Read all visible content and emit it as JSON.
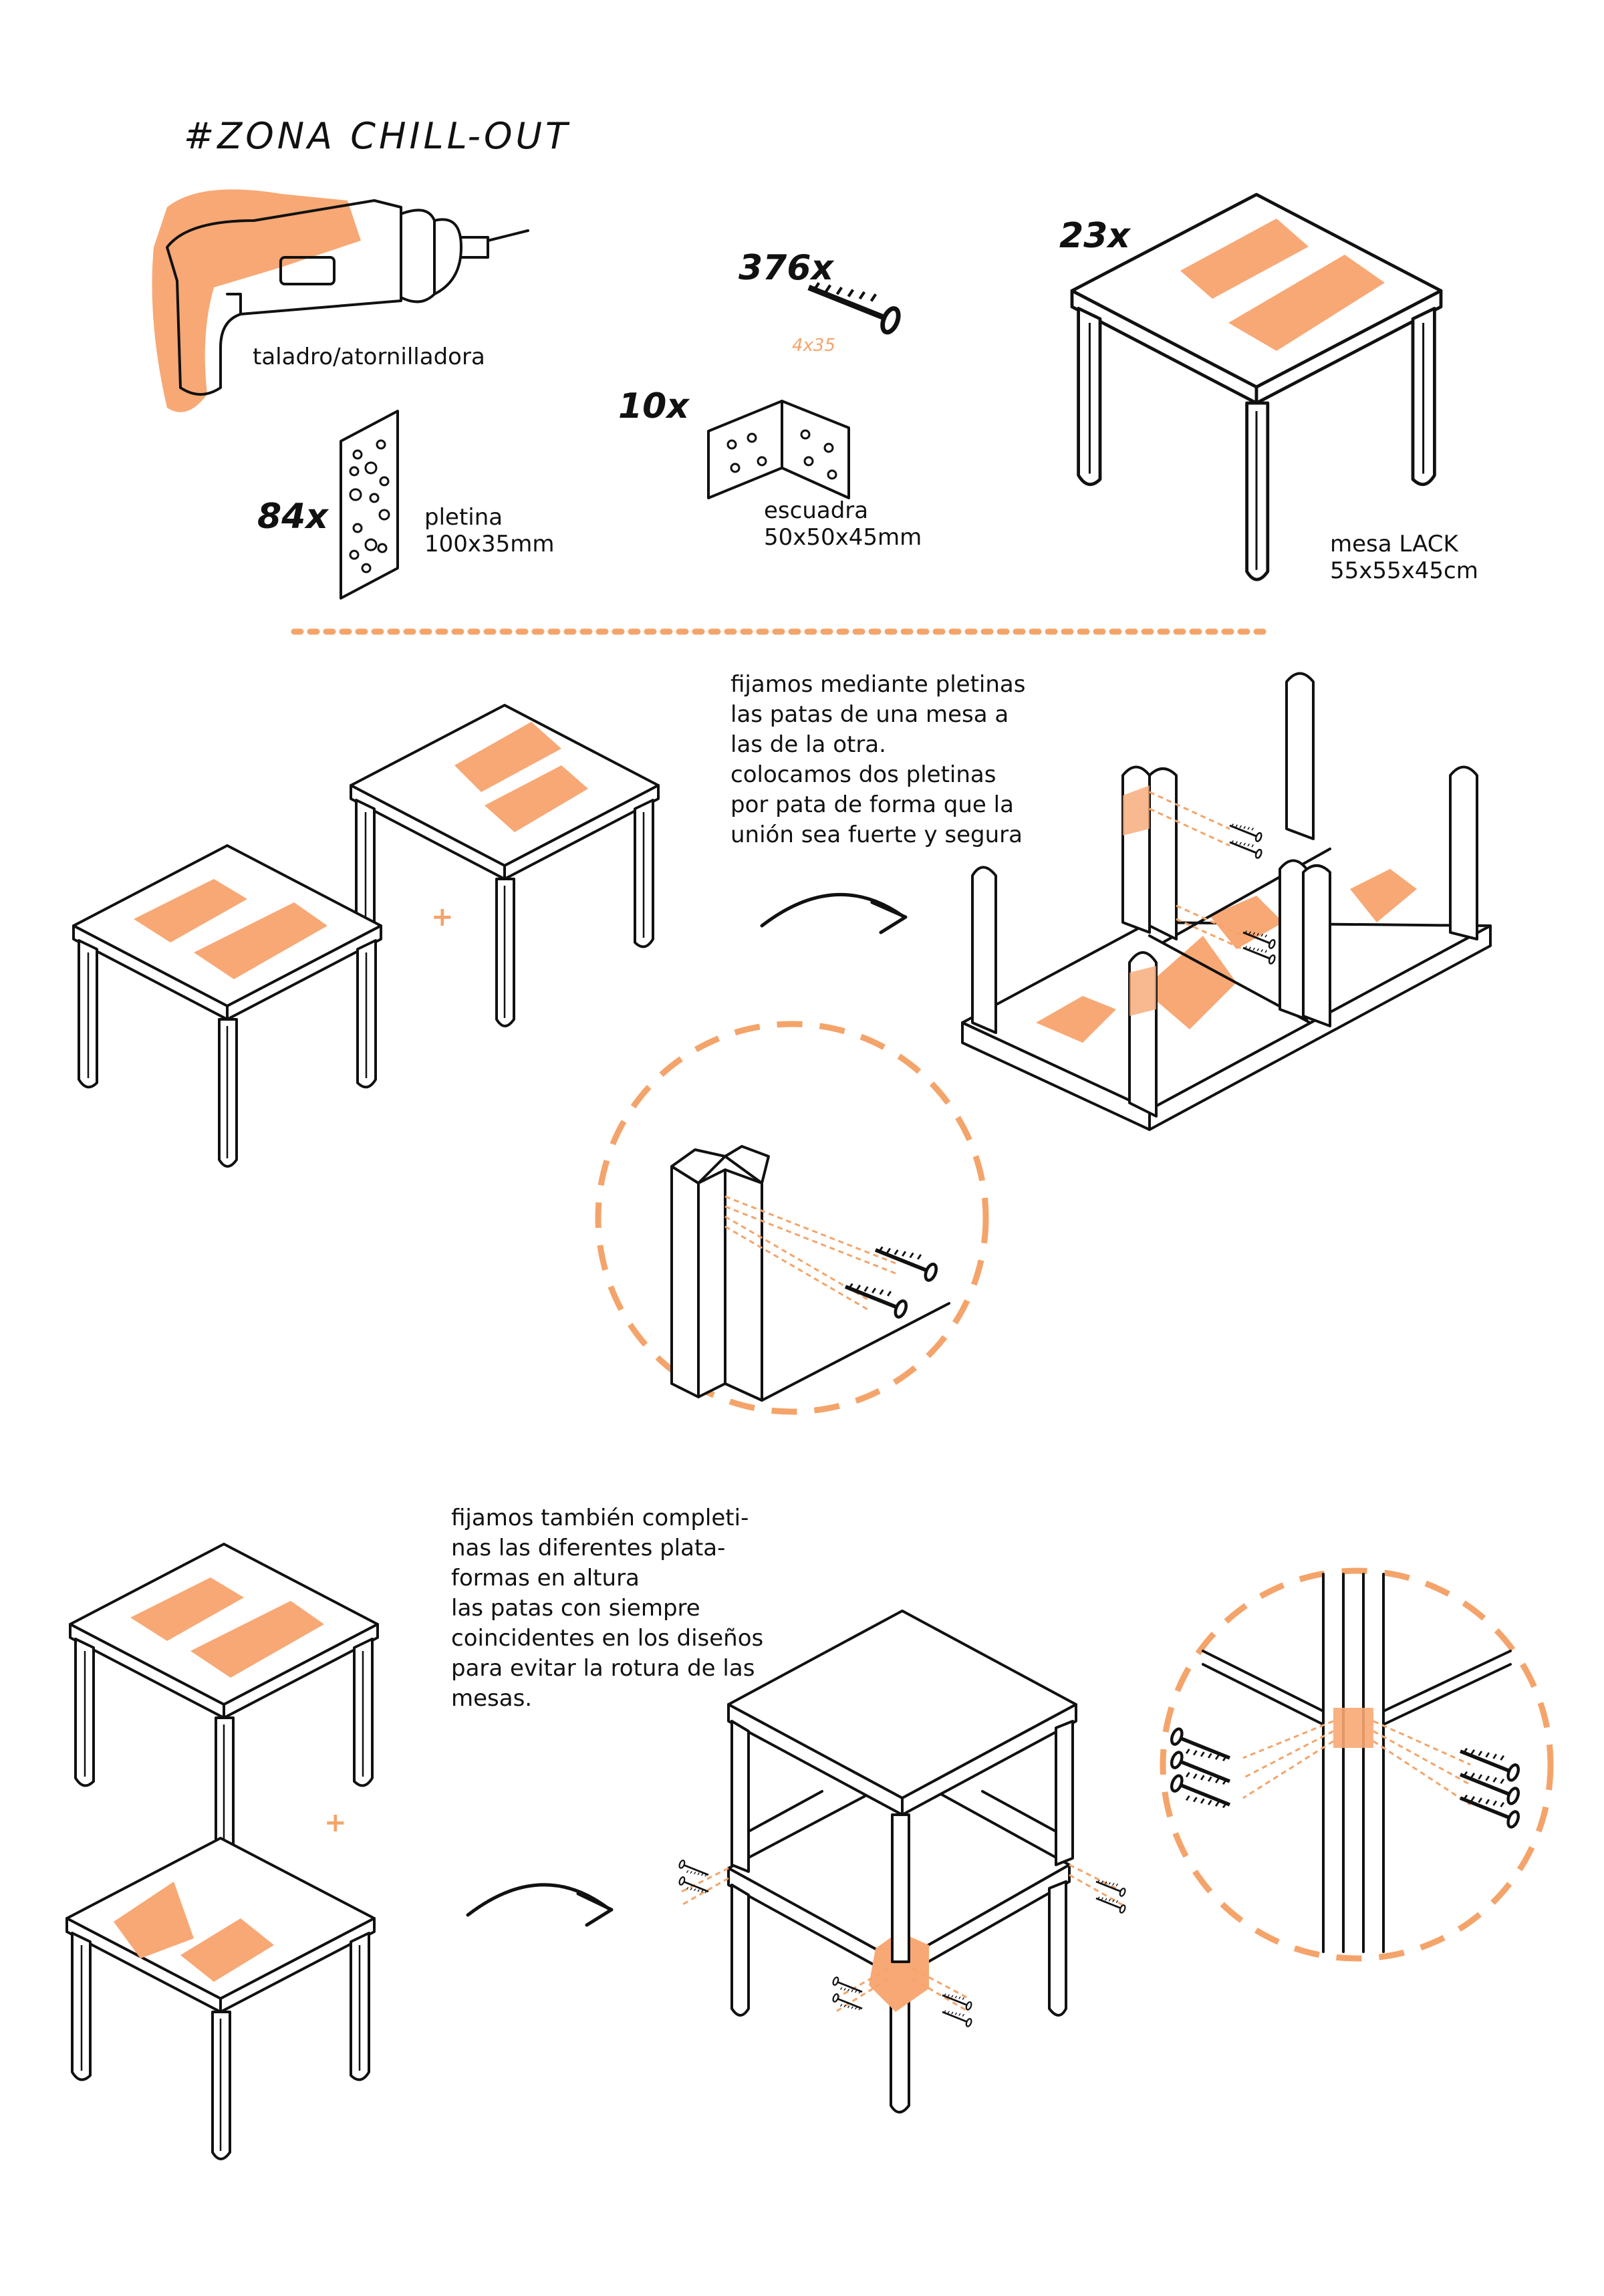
{
  "title": "#ZONA CHILL-OUT",
  "materials": {
    "drill": {
      "label": "taladro/atornilladora",
      "icon": "drill-icon"
    },
    "screw": {
      "qty": "376x",
      "size": "4x35",
      "icon": "screw-icon"
    },
    "bracket": {
      "qty": "10x",
      "label_line1": "escuadra",
      "label_line2": "50x50x45mm",
      "icon": "bracket-icon"
    },
    "plate": {
      "qty": "84x",
      "label_line1": "pletina",
      "label_line2": "100x35mm",
      "icon": "plate-icon"
    },
    "table": {
      "qty": "23x",
      "label_line1": "mesa LACK",
      "label_line2": "55x55x45cm",
      "icon": "table-icon"
    }
  },
  "step1": {
    "note": [
      "fijamos mediante pletinas",
      "las patas de una mesa a",
      "las de la otra.",
      "colocamos dos pletinas",
      "por pata de forma que la",
      "unión sea fuerte y segura"
    ],
    "plus": "+"
  },
  "step2": {
    "note": [
      "fijamos también completi-",
      "nas las diferentes plata-",
      "formas en altura",
      "las patas con siempre",
      "coincidentes en los diseños",
      "para evitar la rotura de las",
      "mesas."
    ],
    "plus": "+"
  },
  "colors": {
    "accent": "#f8a874",
    "ink": "#111111"
  }
}
